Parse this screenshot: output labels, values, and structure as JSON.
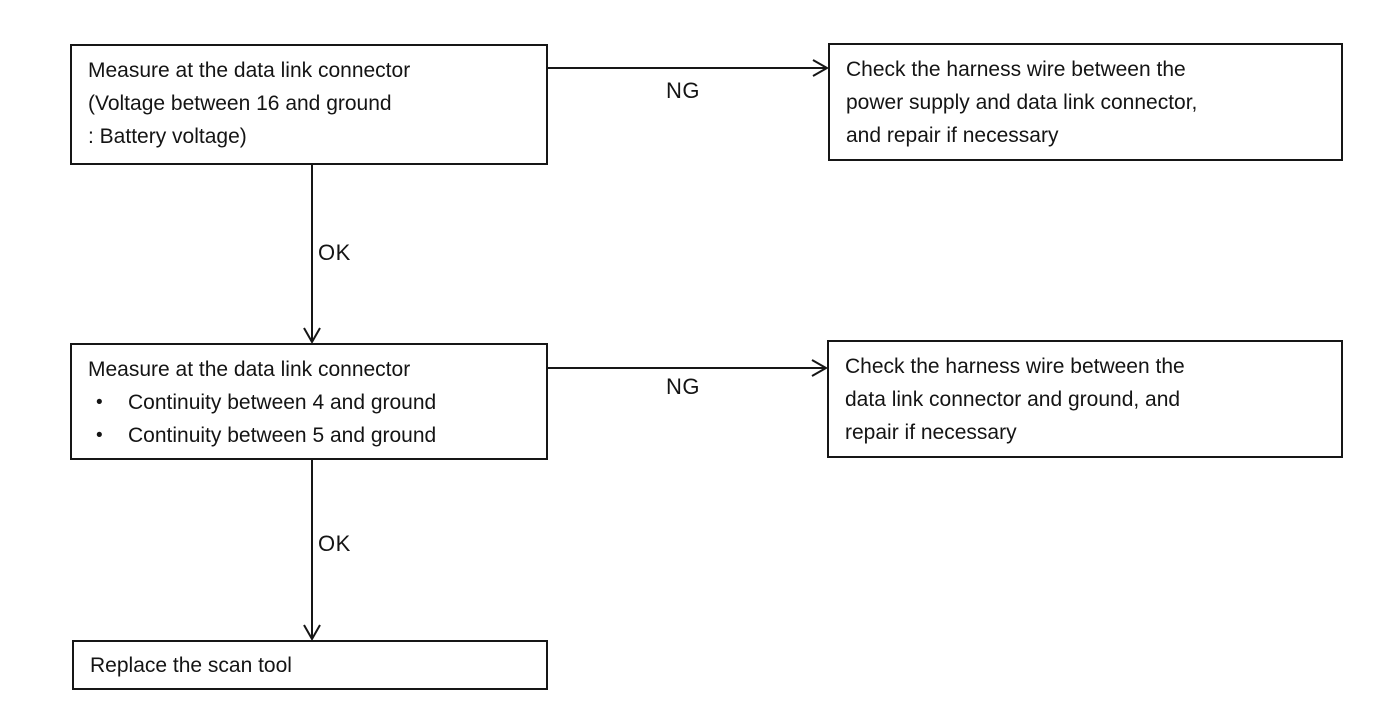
{
  "diagram": {
    "bullet_char": "•",
    "boxes": {
      "measure_voltage": {
        "lines": [
          "Measure at the data link connector",
          "(Voltage between 16 and ground",
          ": Battery voltage)"
        ]
      },
      "check_power_harness": {
        "lines": [
          "Check the harness wire between the",
          "power supply and data link connector,",
          "and repair if necessary"
        ]
      },
      "measure_continuity": {
        "title": "Measure at the data link connector",
        "bullets": [
          "Continuity between 4 and ground",
          "Continuity between 5 and ground"
        ]
      },
      "check_ground_harness": {
        "lines": [
          "Check the harness wire between the",
          "data link connector and ground, and",
          "repair if necessary"
        ]
      },
      "replace_scan_tool": {
        "lines": [
          "Replace the scan tool"
        ]
      }
    },
    "labels": {
      "ng_top": "NG",
      "ng_middle": "NG",
      "ok_top": "OK",
      "ok_bottom": "OK"
    }
  }
}
